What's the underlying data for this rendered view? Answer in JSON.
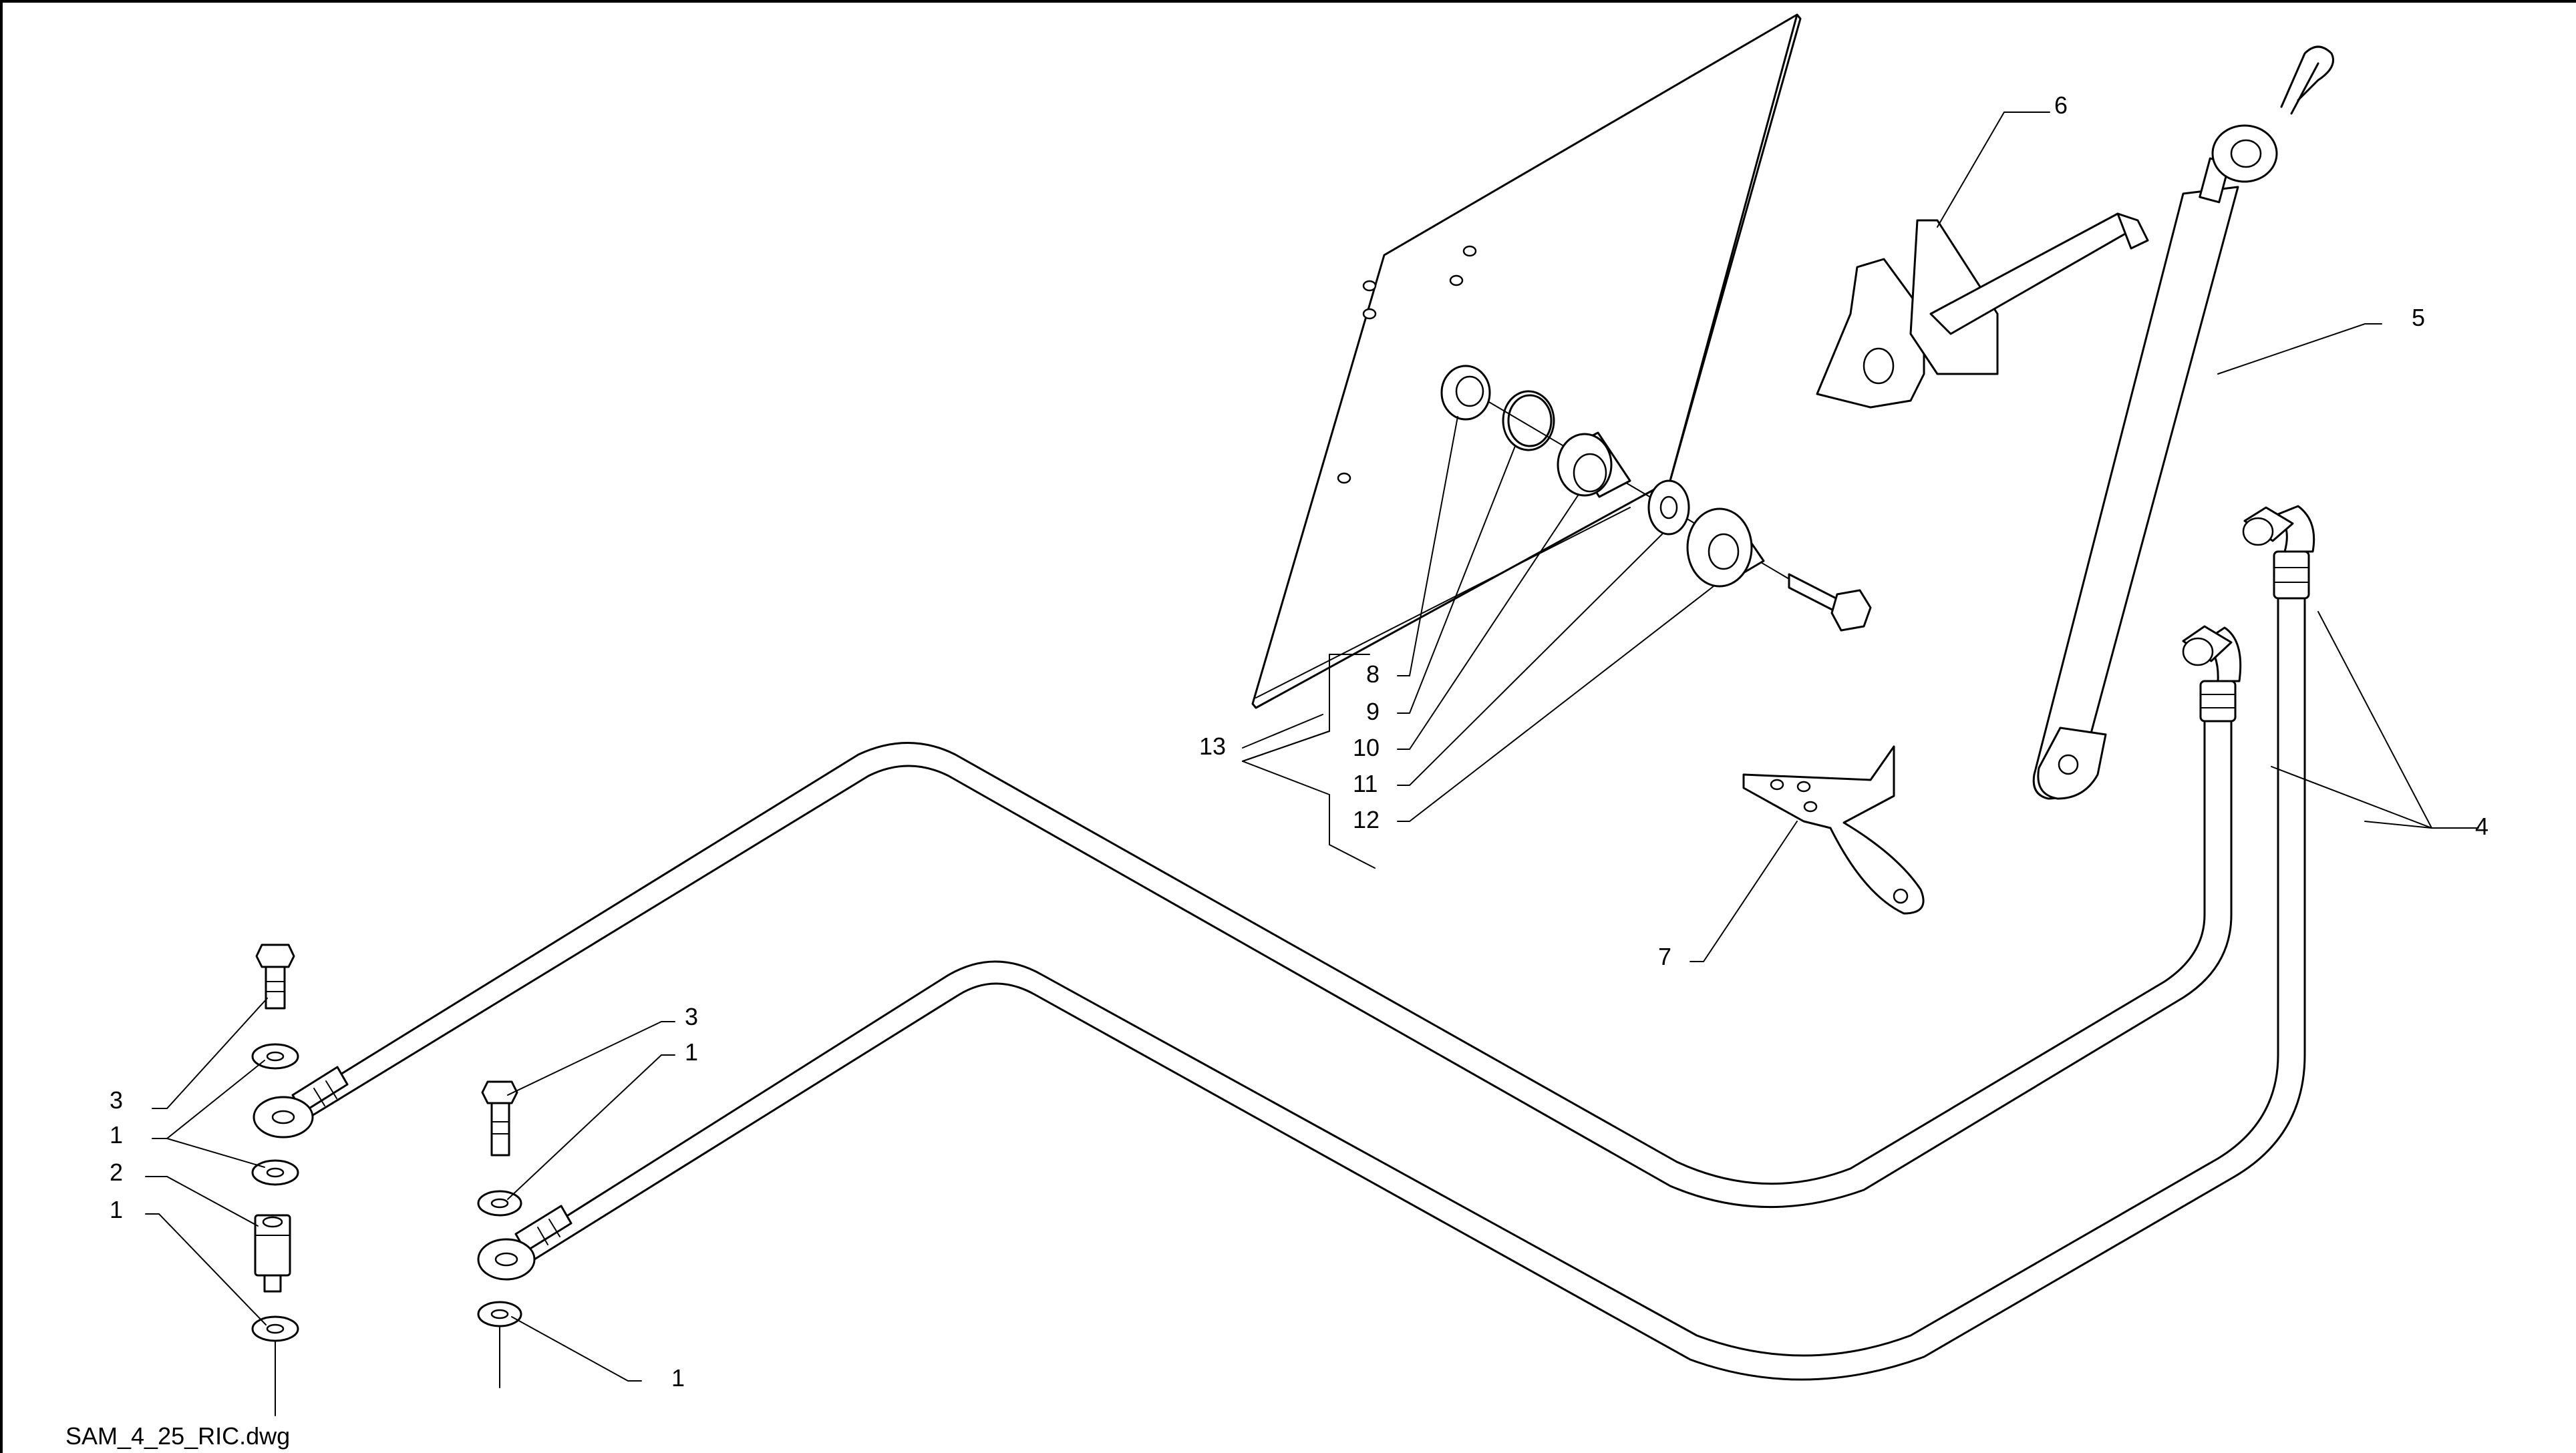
{
  "drawing": {
    "file_name": "SAM_4_25_RIC.dwg",
    "callouts": {
      "c1": "1",
      "c2": "1",
      "c3": "1",
      "c4": "1",
      "c2b": "2",
      "c3a": "3",
      "c3b": "3",
      "c4a": "4",
      "c5": "5",
      "c6": "6",
      "c7": "7",
      "c8": "8",
      "c9": "9",
      "c10": "10",
      "c11": "11",
      "c12": "12",
      "c13": "13"
    }
  }
}
